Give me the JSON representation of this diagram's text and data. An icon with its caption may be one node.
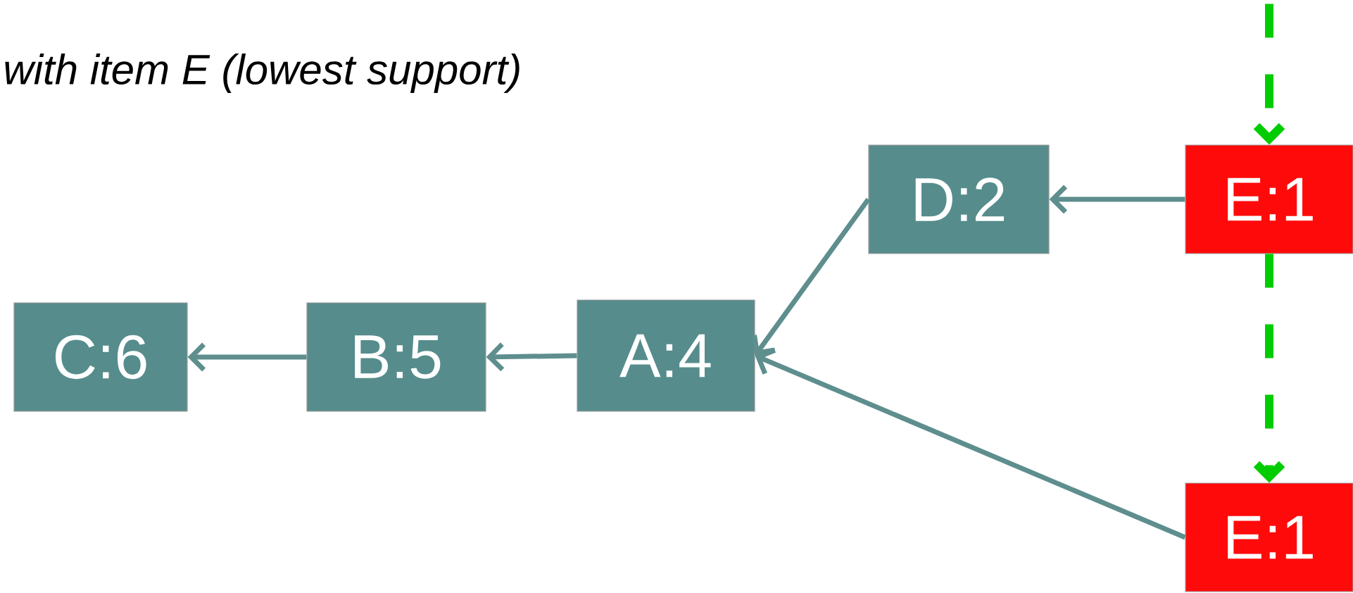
{
  "diagram": {
    "title": "with item E (lowest support)",
    "nodes": [
      {
        "text": [
          "C:6"
        ]
      },
      {
        "text": [
          "B:5"
        ]
      },
      {
        "text": [
          "A:4"
        ]
      },
      {
        "text": [
          "D:2"
        ]
      },
      {
        "text": [
          "E:1"
        ]
      },
      {
        "text": [
          "E:1"
        ]
      }
    ],
    "edges": [
      {
        "from": 1,
        "to": 0,
        "arrow": "to"
      },
      {
        "from": 2,
        "to": 1,
        "arrow": "to"
      },
      {
        "from": 3,
        "to": 2,
        "arrow": "to"
      },
      {
        "from": 5,
        "to": 2,
        "arrow": "to"
      },
      {
        "from": 4,
        "to": 3,
        "arrow": "to"
      },
      {
        "from": null,
        "to": 4,
        "arrow": "to",
        "style": "dashed",
        "color": "#00cc00"
      },
      {
        "from": 4,
        "to": 5,
        "arrow": "to",
        "style": "dashed",
        "color": "#00cc00"
      }
    ]
  }
}
